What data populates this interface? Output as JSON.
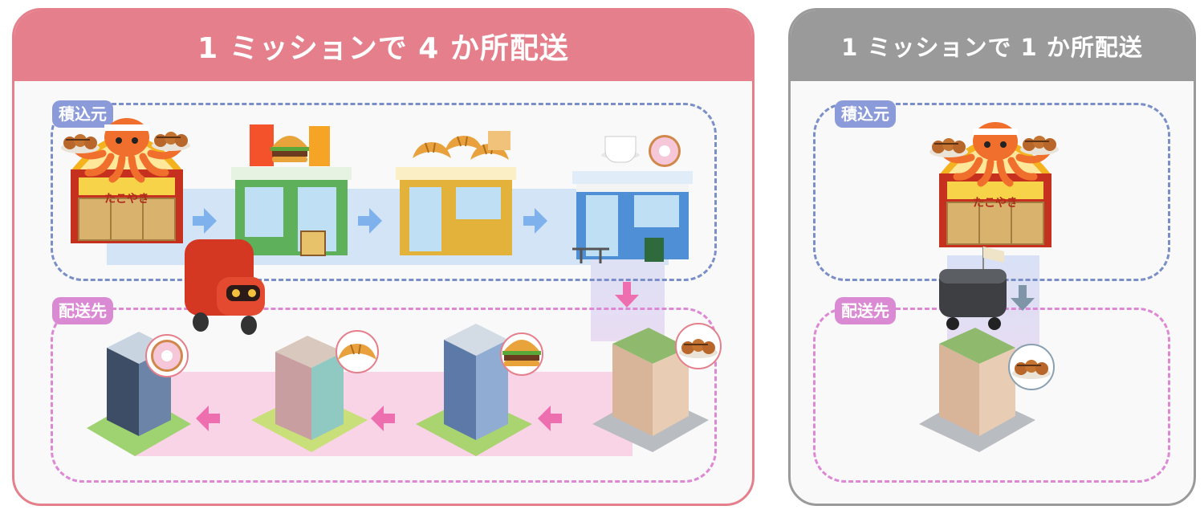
{
  "left_panel": {
    "title": "1 ミッションで 4 か所配送",
    "source_label": "積込元",
    "dest_label": "配送先",
    "shop_sign": "たこやき",
    "colors": {
      "header": "#e47f8b",
      "source_arrow": "#7fb2ec",
      "dest_arrow": "#ee6fb0"
    }
  },
  "right_panel": {
    "title": "1 ミッションで 1 か所配送",
    "source_label": "積込元",
    "dest_label": "配送先",
    "shop_sign": "たこやき",
    "colors": {
      "header": "#9a9a9a",
      "arrow": "#7e95a8"
    }
  }
}
